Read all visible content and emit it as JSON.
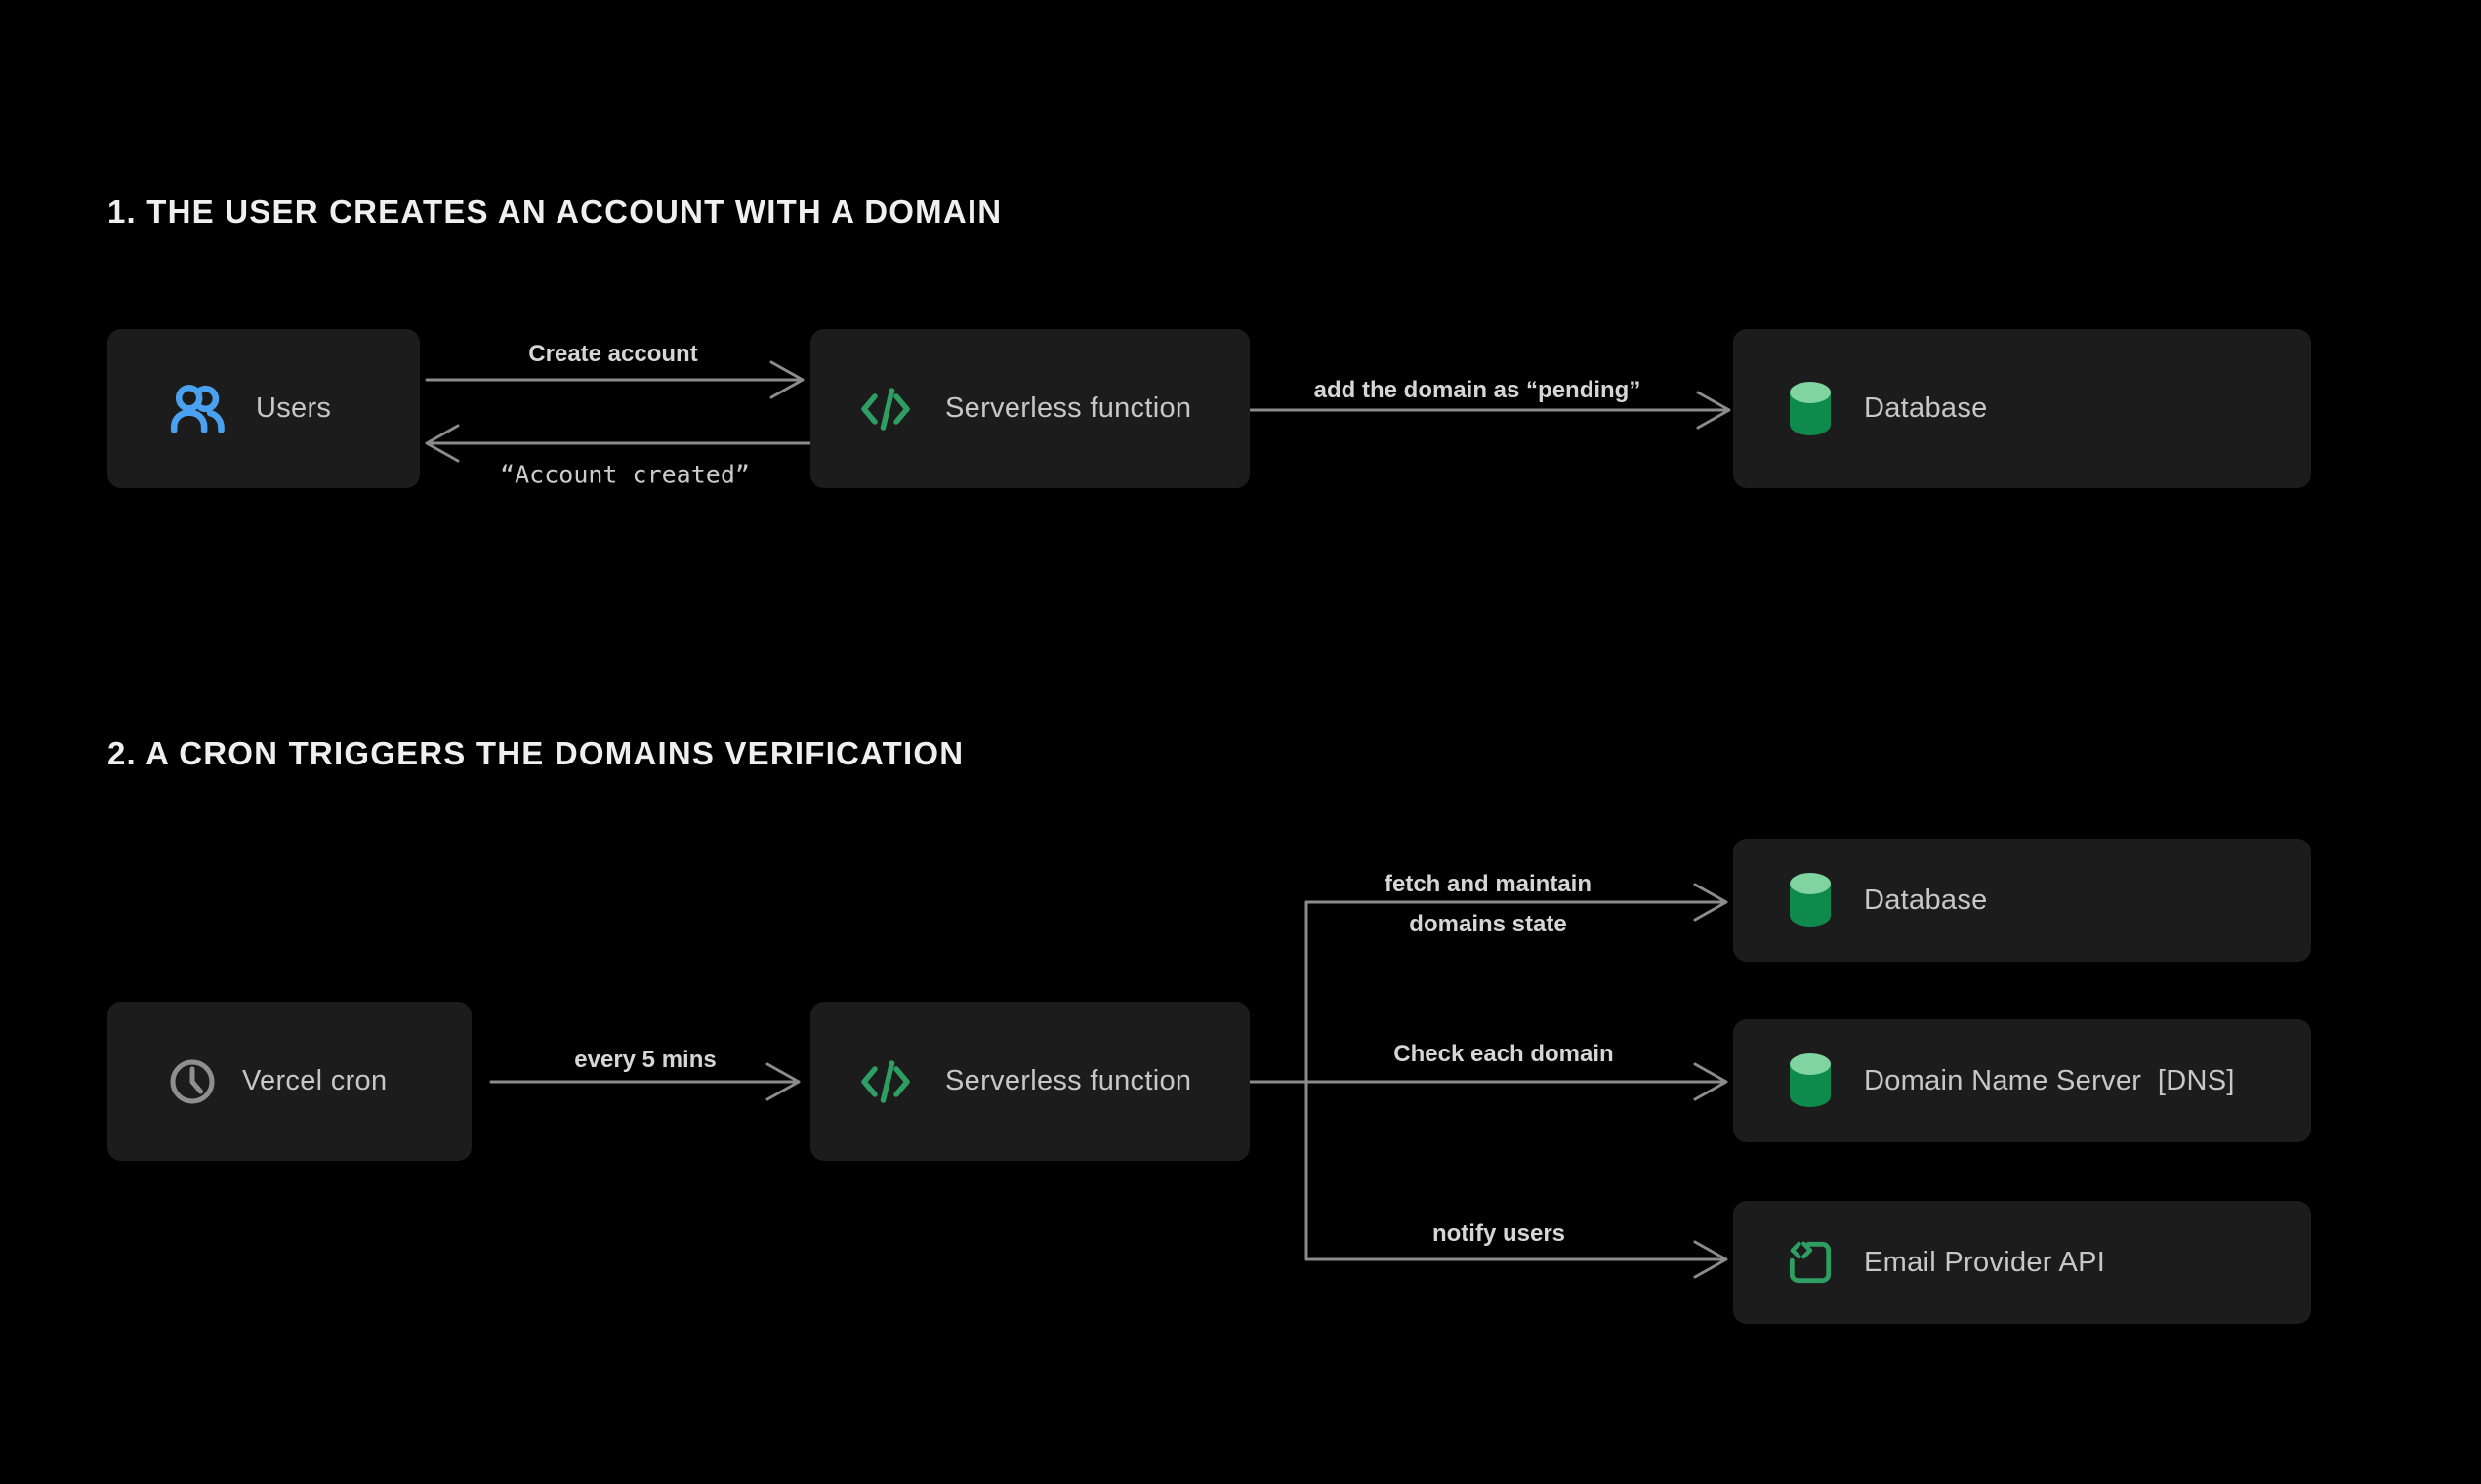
{
  "colors": {
    "background": "#000000",
    "node_background": "#1c1c1c",
    "node_label": "#c7c7c7",
    "heading": "#efefef",
    "arrow": "#8b8b8b",
    "arrow_label": "#d6d6d6",
    "accent_blue": "#4aa1ef",
    "accent_green": "#2e9e63",
    "cylinder_top": "#7fd49f",
    "cylinder_body": "#0e8a4d"
  },
  "section1": {
    "heading": "1. THE USER CREATES AN ACCOUNT WITH A DOMAIN",
    "nodes": {
      "users": {
        "label": "Users",
        "icon": "users-icon"
      },
      "serverless": {
        "label": "Serverless function",
        "icon": "code-icon"
      },
      "database": {
        "label": "Database",
        "icon": "database-cylinder-icon"
      }
    },
    "arrows": {
      "create_account": "Create account",
      "account_created": "“Account created”",
      "add_domain": "add the domain as “pending”"
    }
  },
  "section2": {
    "heading": "2. A CRON TRIGGERS THE DOMAINS VERIFICATION",
    "nodes": {
      "cron": {
        "label": "Vercel cron",
        "icon": "clock-icon"
      },
      "serverless": {
        "label": "Serverless function",
        "icon": "code-icon"
      },
      "database": {
        "label": "Database",
        "icon": "database-cylinder-icon"
      },
      "dns": {
        "label": "Domain Name Server  [DNS]",
        "icon": "database-cylinder-icon"
      },
      "email": {
        "label": "Email Provider API",
        "icon": "embed-code-icon"
      }
    },
    "arrows": {
      "every_5_mins": "every 5 mins",
      "fetch_line1": "fetch and maintain",
      "fetch_line2": "domains state",
      "check_each_domain": "Check each domain",
      "notify_users": "notify users"
    }
  }
}
